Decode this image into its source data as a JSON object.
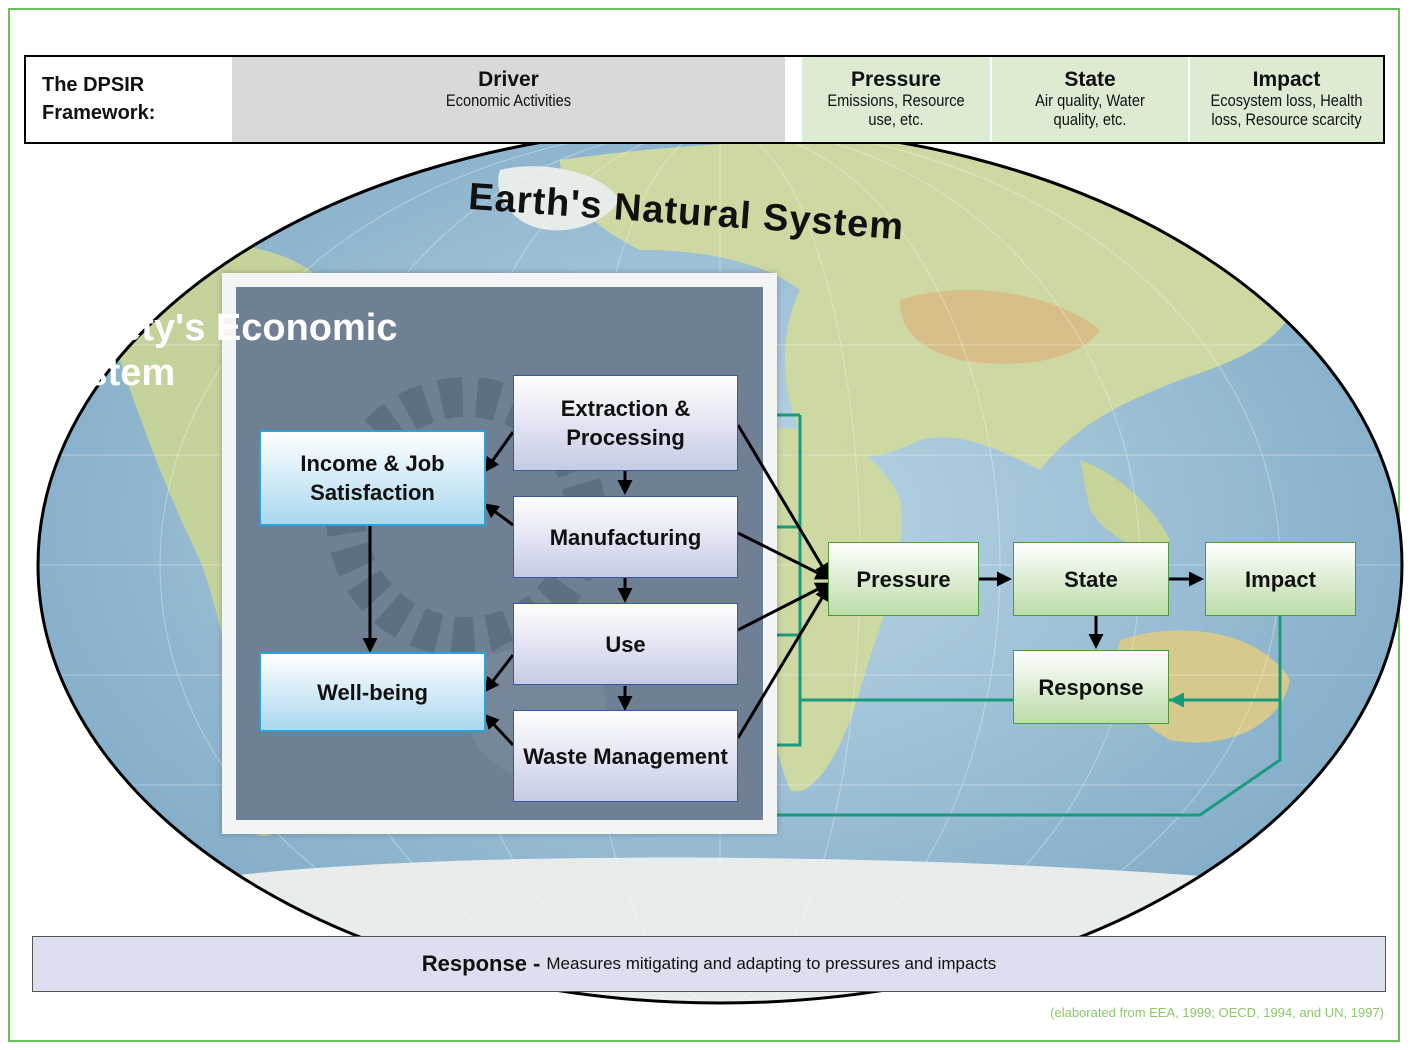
{
  "header": {
    "label_line1": "The DPSIR",
    "label_line2": "Framework:",
    "driver": {
      "title": "Driver",
      "subtitle": "Economic Activities"
    },
    "pressure": {
      "title": "Pressure",
      "subtitle_line1": "Emissions, Resource",
      "subtitle_line2": "use, etc."
    },
    "state": {
      "title": "State",
      "subtitle_line1": "Air quality, Water",
      "subtitle_line2": "quality, etc."
    },
    "impact": {
      "title": "Impact",
      "subtitle_line1": "Ecosystem loss, Health",
      "subtitle_line2": "loss, Resource scarcity"
    }
  },
  "earth_title": "Earth's Natural System",
  "society": {
    "title": "Society's Economic System",
    "boxes": {
      "extraction": "Extraction & Processing",
      "manufacturing": "Manufacturing",
      "use": "Use",
      "waste": "Waste Management",
      "income": "Income & Job Satisfaction",
      "wellbeing": "Well-being"
    }
  },
  "natural": {
    "pressure": "Pressure",
    "state": "State",
    "impact": "Impact",
    "response": "Response"
  },
  "response_bar": {
    "title": "Response -",
    "text": "Measures mitigating and adapting to pressures and impacts"
  },
  "citation": "(elaborated from EEA, 1999; OECD, 1994, and UN, 1997)",
  "colors": {
    "frame": "#6ec05a",
    "feedback_arrow": "#1a9a7c",
    "ocean": "#a9cde0",
    "land": "#c9d6a0"
  }
}
